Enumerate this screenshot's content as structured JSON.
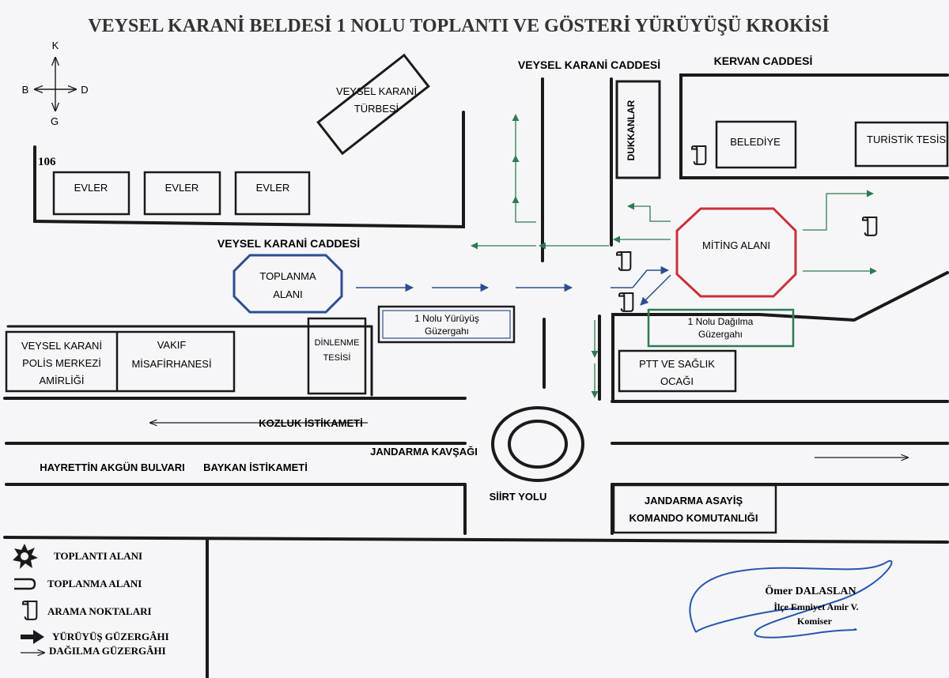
{
  "title": "VEYSEL KARANİ BELDESİ 1 NOLU TOPLANTI VE GÖSTERİ YÜRÜYÜŞÜ KROKİSİ",
  "compass": {
    "north": "K",
    "west": "B",
    "east": "D",
    "south": "G"
  },
  "labels": {
    "number_106": "106",
    "turbe_line1": "VEYSEL KARANİ",
    "turbe_line2": "TÜRBESİ",
    "evler": "EVLER",
    "street_top": "VEYSEL KARANİ CADDESİ",
    "kervan": "KERVAN CADDESİ",
    "dukkanlar": "DUKKANLAR",
    "belediye": "BELEDİYE",
    "turistik": "TURİSTİK TESİS",
    "street_left": "VEYSEL KARANİ CADDESİ",
    "toplanma_line1": "TOPLANMA",
    "toplanma_line2": "ALANI",
    "miting": "MİTİNG ALANI",
    "yuruyus_line1": "1 Nolu Yürüyüş",
    "yuruyus_line2": "Güzergahı",
    "dagilma_line1": "1 Nolu Dağılma",
    "dagilma_line2": "Güzergahı",
    "polis_line1": "VEYSEL KARANİ",
    "polis_line2": "POLİS MERKEZİ",
    "polis_line3": "AMİRLİĞİ",
    "vakif_line1": "VAKIF",
    "vakif_line2": "MİSAFİRHANESİ",
    "dinlenme_line1": "DİNLENME",
    "dinlenme_line2": "TESİSİ",
    "ptt_line1": "PTT VE SAĞLIK",
    "ptt_line2": "OCAĞI",
    "kozluk": "KOZLUK İSTİKAMETİ",
    "kavsak": "JANDARMA KAVŞAĞI",
    "hayrettin": "HAYRETTİN AKGÜN BULVARI",
    "baykan": "BAYKAN İSTİKAMETİ",
    "siirt": "SİİRT YOLU",
    "jandarma_line1": "JANDARMA ASAYİŞ",
    "jandarma_line2": "KOMANDO KOMUTANLIĞI"
  },
  "legend": [
    {
      "icon": "star-icon",
      "label": "TOPLANTI ALANI"
    },
    {
      "icon": "u-shape-icon",
      "label": "TOPLANMA ALANI"
    },
    {
      "icon": "scroll-icon",
      "label": "ARAMA NOKTALARI"
    },
    {
      "icon": "thick-arrow-icon",
      "label": "YÜRÜYÜŞ GÜZERGÂHI"
    },
    {
      "icon": "thin-arrow-icon",
      "label": "DAĞILMA GÜZERGÂHI"
    }
  ],
  "signature": {
    "name": "Ömer DALASLAN",
    "title": "İlçe Emniyet Amir V.",
    "rank": "Komiser"
  },
  "colors": {
    "paper": "#f6f6f8",
    "ink": "#1a1a1a",
    "march": "#2c4e8f",
    "dispersal": "#2f7a52",
    "miting": "#c8313a",
    "toplanma": "#2c4e8f",
    "dagilma_box": "#2f7a52",
    "signature": "#2457b0"
  }
}
